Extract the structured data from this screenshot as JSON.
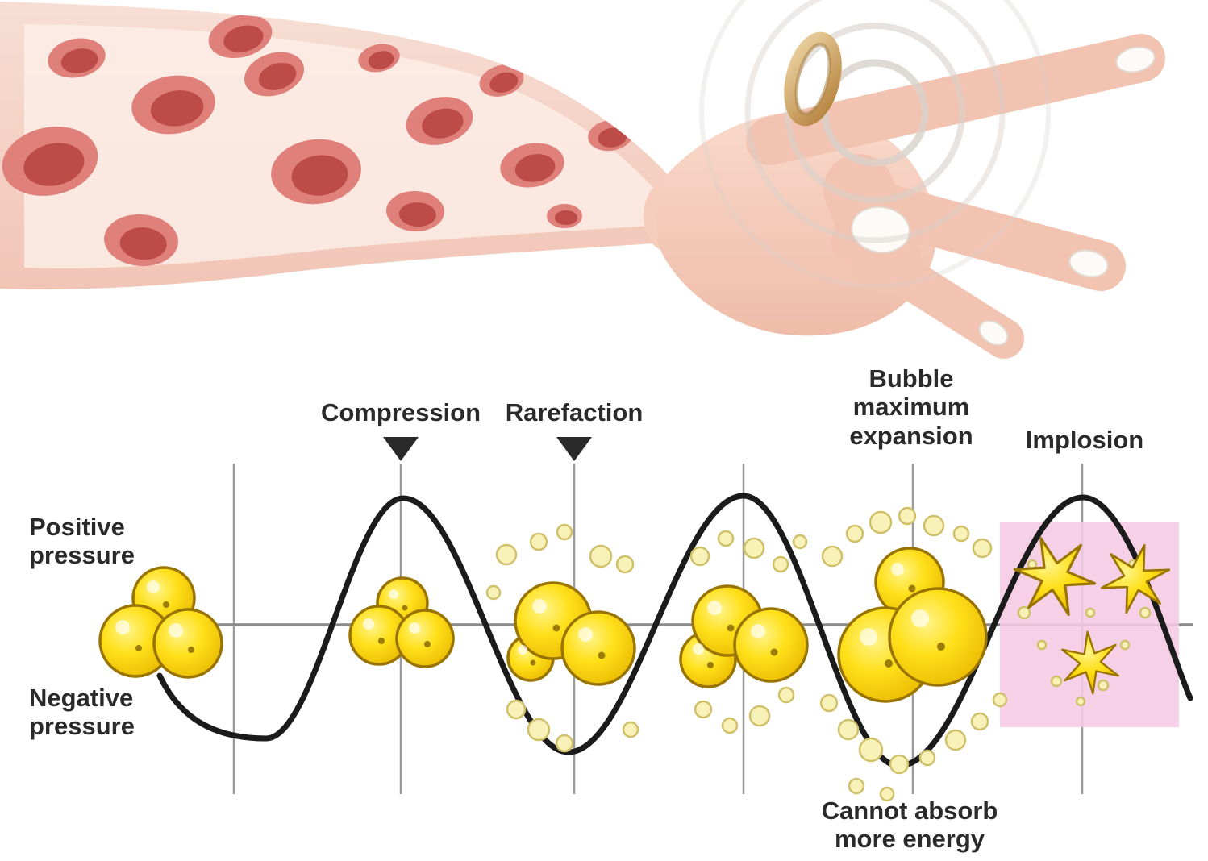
{
  "diagram": {
    "pressure_axis": {
      "positive_label": "Positive pressure",
      "negative_label": "Negative pressure"
    },
    "phase_labels": {
      "compression": "Compression",
      "rarefaction": "Rarefaction",
      "bubble_maximum_expansion": "Bubble maximum expansion",
      "implosion": "Implosion"
    },
    "footnote": "Cannot absorb more energy"
  },
  "colors": {
    "background": "#ffffff",
    "text": "#2a2a2a",
    "wave": "#1b1b1b",
    "axis": "#8a8a8a",
    "gridline": "#9a9a9a",
    "marker": "#2a2a2a",
    "bubble": "#ffe01a",
    "bubble_stroke": "#9a7400",
    "bubble_pale": "#f8f2b8",
    "implosion_bg": "#f5c9e2",
    "skin": "#f3c3b1",
    "blood_cell": "#e0807b",
    "ring_gold": "#c99b5f",
    "ripple": "#d8d1ca",
    "nail": "#fcfbf8"
  }
}
